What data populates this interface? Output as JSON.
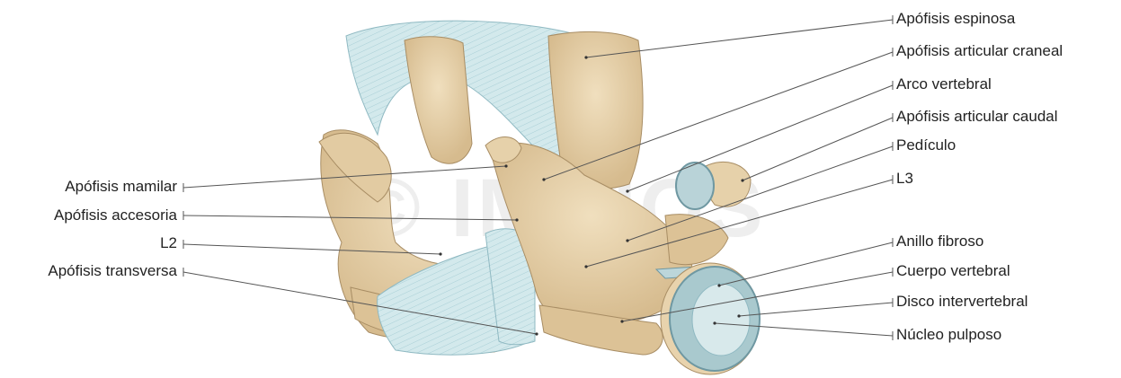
{
  "watermark": "© IMAIOS",
  "labels_right": [
    "Apófisis espinosa",
    "Apófisis articular craneal",
    "Arco vertebral",
    "Apófisis articular caudal",
    "Pedículo",
    "L3",
    "Anillo fibroso",
    "Cuerpo vertebral",
    "Disco intervertebral",
    "Núcleo pulposo"
  ],
  "labels_left": [
    "Apófisis mamilar",
    "Apófisis accesoria",
    "L2",
    "Apófisis transversa"
  ],
  "colors": {
    "bone": "#e8d3ad",
    "bone_shadow": "#c9ae82",
    "bone_dark": "#a88d64",
    "ligament": "#cfe6ea",
    "ligament_stroke": "#8fb9c2",
    "disc_ring": "#9fc2c8",
    "disc_core": "#d6e8ea",
    "leader": "#555555"
  }
}
